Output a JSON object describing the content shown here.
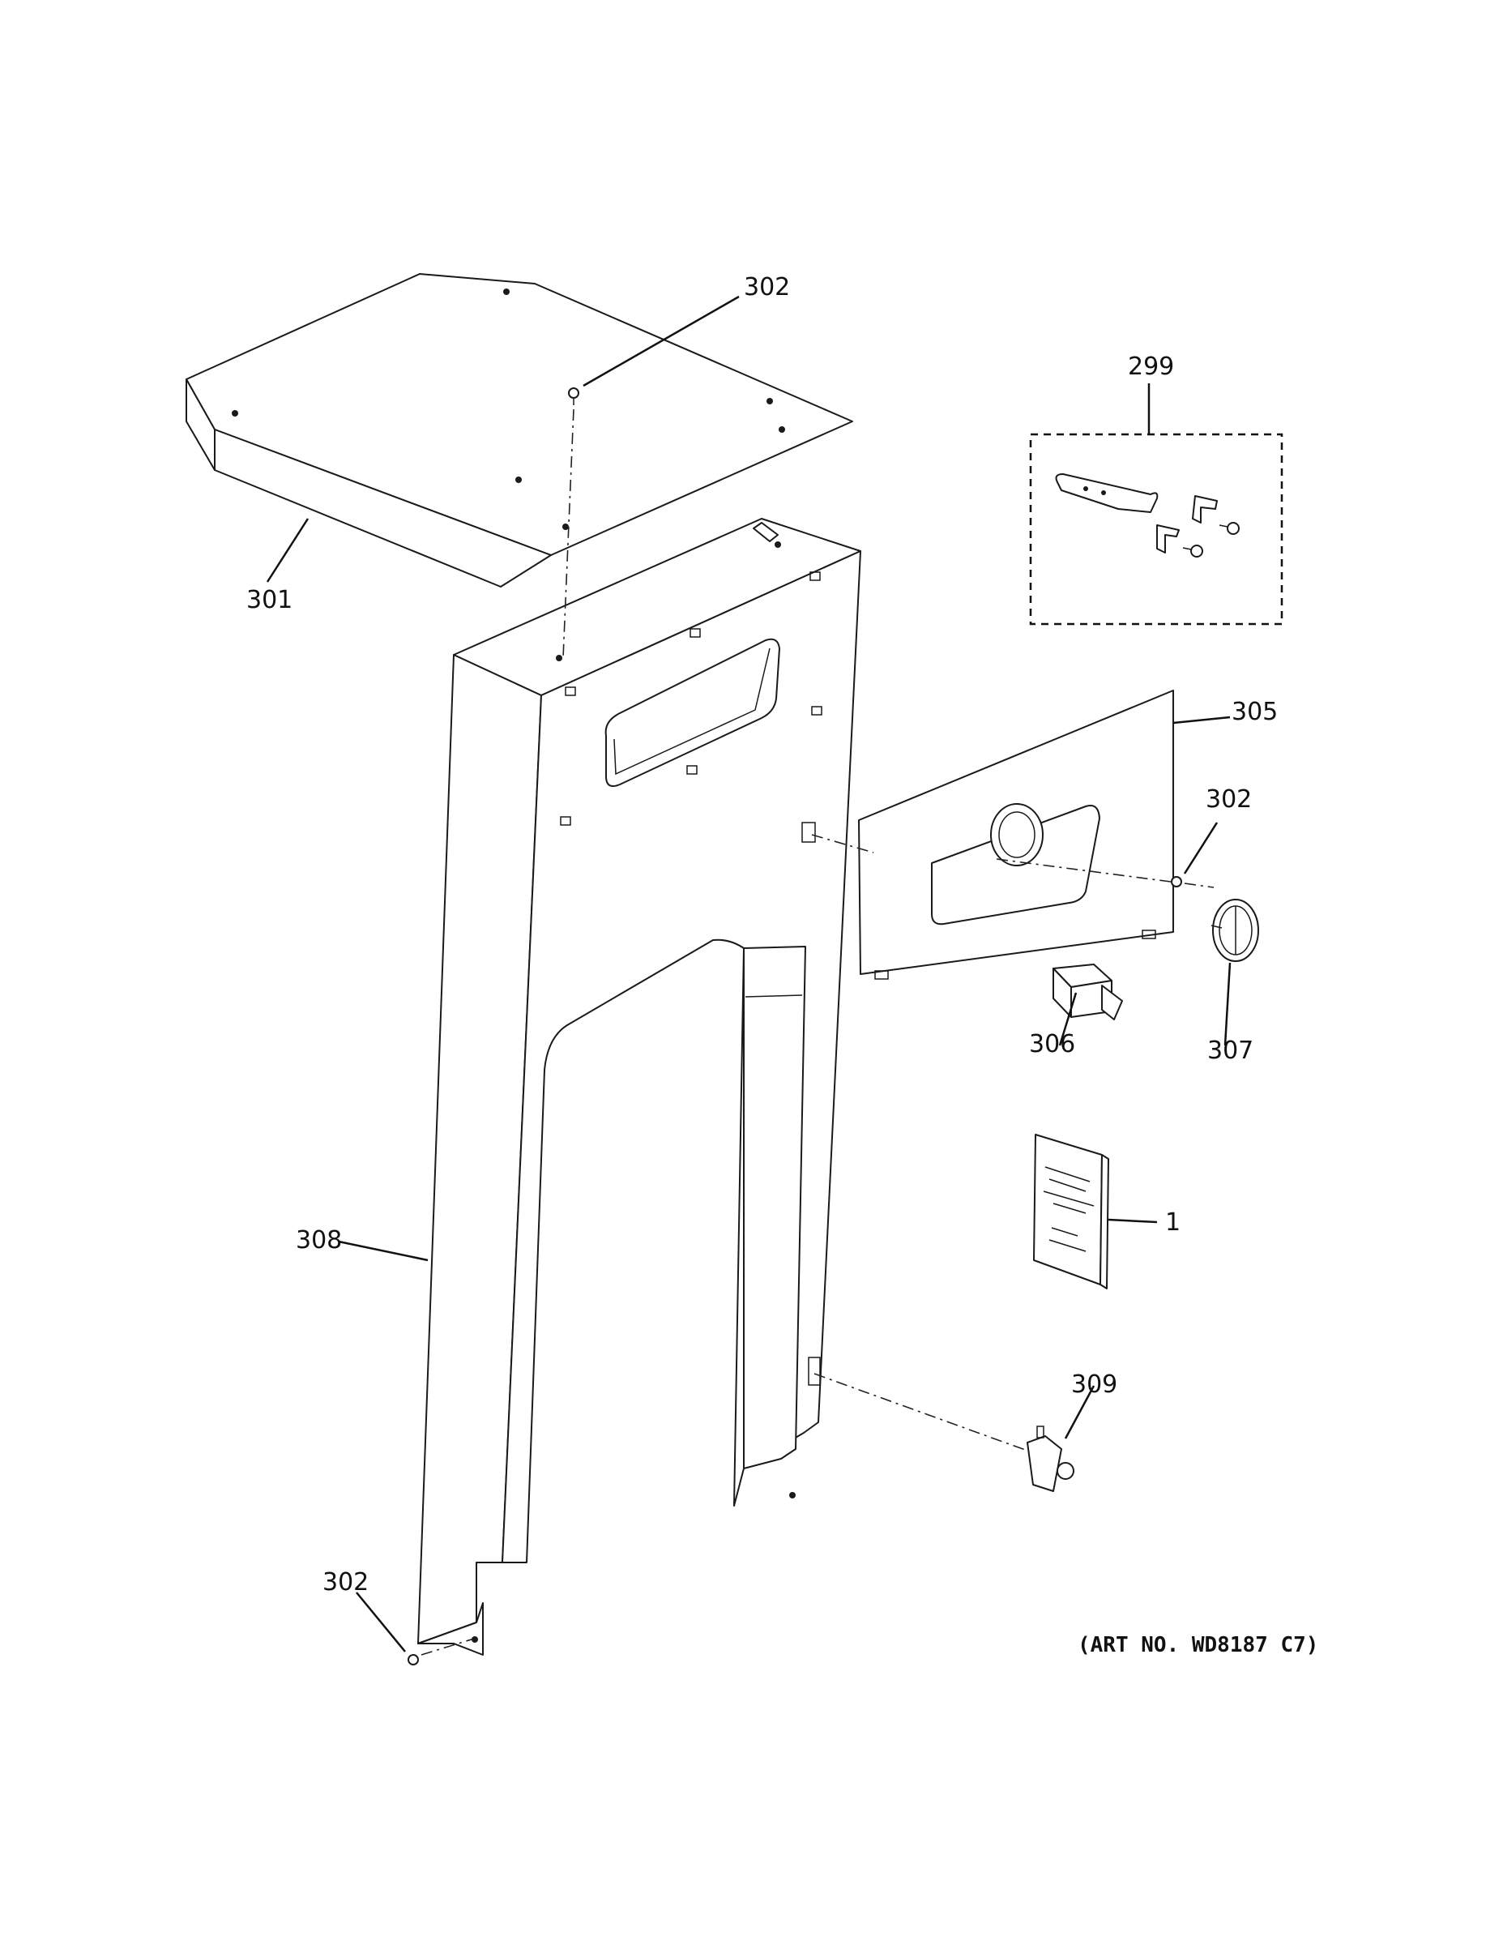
{
  "callouts": {
    "c_302_top": "302",
    "c_301": "301",
    "c_299": "299",
    "c_305": "305",
    "c_302_mid": "302",
    "c_306": "306",
    "c_307": "307",
    "c_1": "1",
    "c_308": "308",
    "c_309": "309",
    "c_302_bottom": "302"
  },
  "art_number": "(ART NO. WD8187 C7)"
}
